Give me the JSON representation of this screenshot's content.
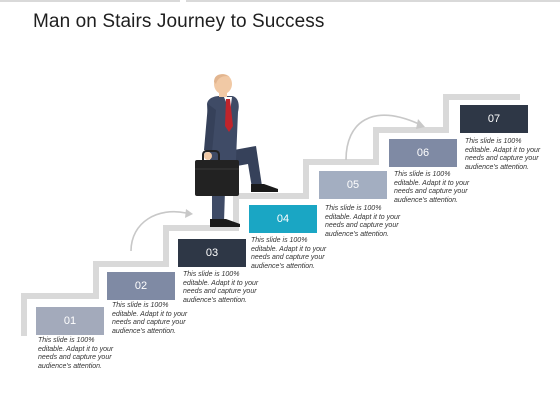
{
  "title": "Man on Stairs Journey to Success",
  "colors": {
    "stair": "#d9d9d9",
    "step_01": "#a3aabb",
    "step_02": "#7f8aa4",
    "step_03": "#2e3746",
    "step_04": "#1aa6c4",
    "step_05": "#a3aec1",
    "step_06": "#7f8aa4",
    "step_07": "#2e3746",
    "arrow": "#c8c8c8",
    "suit": "#3f4b66",
    "skin": "#f1c9a5",
    "tie": "#c0242b",
    "briefcase": "#222222"
  },
  "steps": [
    {
      "number": "01",
      "text": "This slide is 100% editable. Adapt it to your needs and capture your audience's attention."
    },
    {
      "number": "02",
      "text": "This slide is 100% editable. Adapt it to your needs and capture your audience's attention."
    },
    {
      "number": "03",
      "text": "This slide is 100% editable. Adapt it to your needs and capture your audience's attention."
    },
    {
      "number": "04",
      "text": "This slide is 100% editable. Adapt it to your needs and capture your audience's attention."
    },
    {
      "number": "05",
      "text": "This slide is 100% editable. Adapt it to your needs and capture your audience's attention."
    },
    {
      "number": "06",
      "text": "This slide is 100% editable. Adapt it to your needs and capture your audience's attention."
    },
    {
      "number": "07",
      "text": "This slide is 100% editable. Adapt it to your needs and capture your audience's attention."
    }
  ],
  "icons": {
    "figure": "businessman-climbing-icon",
    "briefcase": "briefcase-icon",
    "arrows": "curved-arrow-icon"
  }
}
